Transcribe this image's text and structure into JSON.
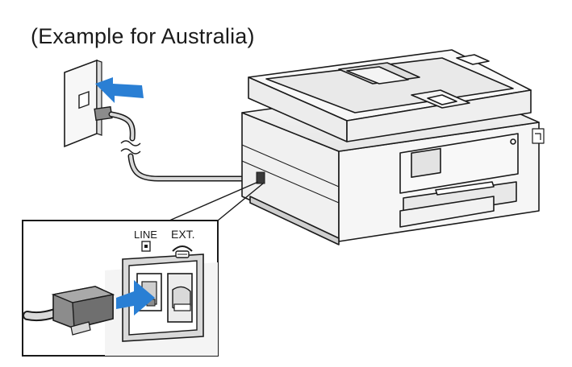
{
  "caption": "(Example for Australia)",
  "inset": {
    "line_label": "LINE",
    "ext_label": "EXT."
  },
  "colors": {
    "arrow": "#2a7fd4",
    "outline": "#1a1a1a",
    "fill_light": "#f4f4f4",
    "fill_mid": "#d9d9d9",
    "fill_dark": "#8c8c8c"
  }
}
